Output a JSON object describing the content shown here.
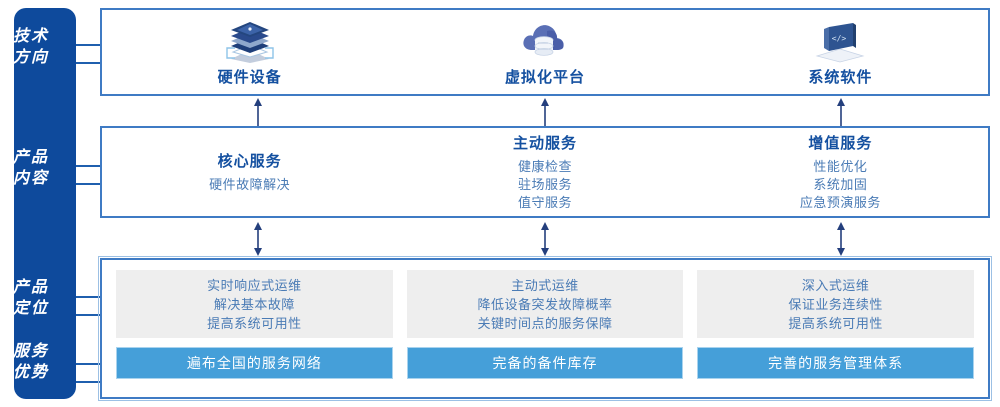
{
  "sidebar": {
    "items": [
      {
        "name": "tech-direction",
        "lines": [
          "技术",
          "方向"
        ]
      },
      {
        "name": "product-content",
        "lines": [
          "产品",
          "内容"
        ]
      },
      {
        "name": "product-position",
        "lines": [
          "产品",
          "定位"
        ]
      },
      {
        "name": "service-advantage",
        "lines": [
          "服务",
          "优势"
        ]
      }
    ]
  },
  "tech_row": {
    "columns": [
      {
        "icon": "server-stack-icon",
        "label": "硬件设备"
      },
      {
        "icon": "cloud-database-icon",
        "label": "虚拟化平台"
      },
      {
        "icon": "laptop-code-icon",
        "label": "系统软件"
      }
    ]
  },
  "content_row": {
    "columns": [
      {
        "heading": "核心服务",
        "items": [
          "硬件故障解决"
        ]
      },
      {
        "heading": "主动服务",
        "items": [
          "健康检查",
          "驻场服务",
          "值守服务"
        ]
      },
      {
        "heading": "增值服务",
        "items": [
          "性能优化",
          "系统加固",
          "应急预演服务"
        ]
      }
    ]
  },
  "bottom_row": {
    "columns": [
      {
        "position_lines": [
          "实时响应式运维",
          "解决基本故障",
          "提高系统可用性"
        ],
        "advantage": "遍布全国的服务网络"
      },
      {
        "position_lines": [
          "主动式运维",
          "降低设备突发故障概率",
          "关键时间点的服务保障"
        ],
        "advantage": "完备的备件库存"
      },
      {
        "position_lines": [
          "深入式运维",
          "保证业务连续性",
          "提高系统可用性"
        ],
        "advantage": "完善的服务管理体系"
      }
    ]
  },
  "colors": {
    "sidebar_blue": "#0e4a9c",
    "box_border_blue": "#3f7bc4",
    "heading_blue": "#1450a0",
    "body_blue": "#4a7bb5",
    "bar_blue": "#459fd9",
    "gray_box": "#eeeeee"
  }
}
